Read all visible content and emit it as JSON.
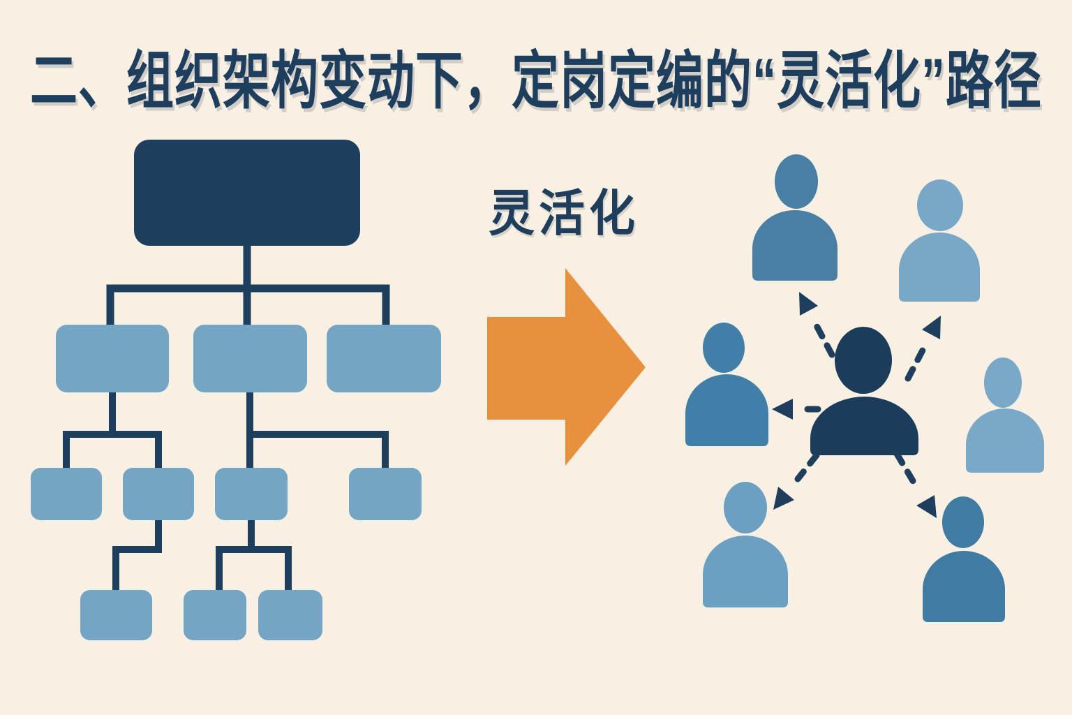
{
  "title": {
    "text": "二、组织架构变动下，定岗定编的“灵活化”路径"
  },
  "palette": {
    "background": "#f8f0e2",
    "dark_navy": "#1d3e5c",
    "light_blue": "#74a5c4",
    "orange": "#e8913c"
  },
  "org_chart": {
    "description": "rigid hierarchical organization chart, four levels",
    "levels": [
      {
        "level": 1,
        "box_count": 1,
        "style": "dark"
      },
      {
        "level": 2,
        "box_count": 3,
        "style": "light"
      },
      {
        "level": 3,
        "box_count": 4,
        "style": "light"
      },
      {
        "level": 4,
        "box_count": 3,
        "style": "light"
      }
    ]
  },
  "transformation": {
    "arrow_label": "灵活化",
    "direction": "right"
  },
  "network": {
    "description": "flexible people network radiating from a central person",
    "center": {
      "position": "center",
      "color": "#1c3c5c"
    },
    "people": [
      {
        "position": "top-left",
        "color": "#4a7fa5"
      },
      {
        "position": "top-right",
        "color": "#78a7c7"
      },
      {
        "position": "mid-left",
        "color": "#3f7fa8"
      },
      {
        "position": "far-right",
        "color": "#79a8c8"
      },
      {
        "position": "bottom-left",
        "color": "#6ba0c2"
      },
      {
        "position": "bottom-right",
        "color": "#3f7ba3"
      }
    ],
    "arrows": [
      {
        "from": "center",
        "to": "top-left"
      },
      {
        "from": "center",
        "to": "top-right"
      },
      {
        "from": "center",
        "to": "mid-left"
      },
      {
        "from": "center",
        "to": "bottom-left"
      },
      {
        "from": "center",
        "to": "bottom-right"
      }
    ]
  }
}
